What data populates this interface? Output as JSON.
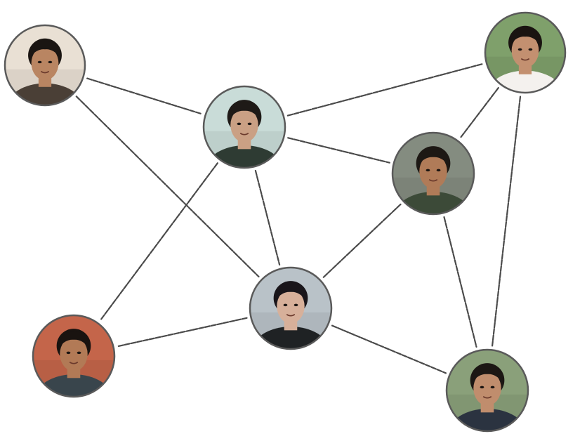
{
  "diagram": {
    "type": "network-graph",
    "nodes": [
      {
        "id": "p1",
        "icon": "person-avatar-icon",
        "skin": "#b98562",
        "hair": "#1a1512",
        "shirt": "#4a3f36",
        "bg": "#e9e0d4"
      },
      {
        "id": "p2",
        "icon": "person-avatar-icon",
        "skin": "#caa084",
        "hair": "#1e1a17",
        "shirt": "#2e3b33",
        "bg": "#c9dcd8"
      },
      {
        "id": "p3",
        "icon": "person-avatar-icon",
        "skin": "#c39070",
        "hair": "#1a1411",
        "shirt": "#f4f1ee",
        "bg": "#7fa06b"
      },
      {
        "id": "p4",
        "icon": "person-avatar-icon",
        "skin": "#b07b58",
        "hair": "#1d1814",
        "shirt": "#3c4a38",
        "bg": "#848c80"
      },
      {
        "id": "p5",
        "icon": "person-avatar-icon",
        "skin": "#d7b09a",
        "hair": "#19151a",
        "shirt": "#1f2224",
        "bg": "#b9c2c8"
      },
      {
        "id": "p6",
        "icon": "person-avatar-icon",
        "skin": "#b27a56",
        "hair": "#191310",
        "shirt": "#39454c",
        "bg": "#c4654a"
      },
      {
        "id": "p7",
        "icon": "person-avatar-icon",
        "skin": "#c08d6d",
        "hair": "#1c1714",
        "shirt": "#2b3340",
        "bg": "#8aa07a"
      }
    ],
    "edges": [
      [
        "p1",
        "p2"
      ],
      [
        "p1",
        "p5"
      ],
      [
        "p2",
        "p3"
      ],
      [
        "p2",
        "p4"
      ],
      [
        "p2",
        "p5"
      ],
      [
        "p2",
        "p6"
      ],
      [
        "p3",
        "p4"
      ],
      [
        "p3",
        "p7"
      ],
      [
        "p4",
        "p5"
      ],
      [
        "p4",
        "p7"
      ],
      [
        "p5",
        "p6"
      ],
      [
        "p5",
        "p7"
      ]
    ]
  }
}
